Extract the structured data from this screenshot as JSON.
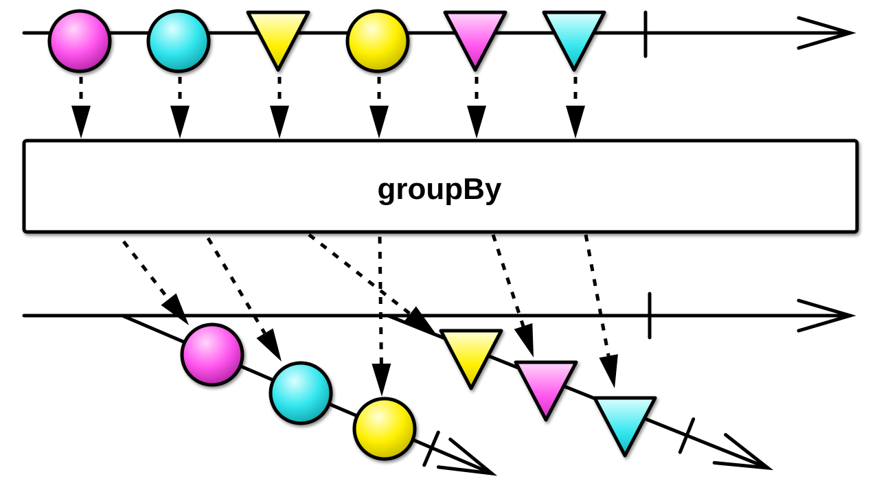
{
  "operator": {
    "label": "groupBy"
  },
  "colors": {
    "magenta": "#ff55ee",
    "cyan": "#33e6ee",
    "yellow": "#fff000",
    "line": "#000000",
    "box_fill": "#ffffff"
  },
  "source": {
    "items": [
      {
        "shape": "circle",
        "color": "magenta"
      },
      {
        "shape": "circle",
        "color": "cyan"
      },
      {
        "shape": "triangle",
        "color": "yellow"
      },
      {
        "shape": "circle",
        "color": "yellow"
      },
      {
        "shape": "triangle",
        "color": "magenta"
      },
      {
        "shape": "triangle",
        "color": "cyan"
      }
    ],
    "completed": true
  },
  "output": {
    "completed": true,
    "groups": [
      {
        "shape": "circle",
        "items": [
          {
            "shape": "circle",
            "color": "magenta"
          },
          {
            "shape": "circle",
            "color": "cyan"
          },
          {
            "shape": "circle",
            "color": "yellow"
          }
        ],
        "completed": true
      },
      {
        "shape": "triangle",
        "items": [
          {
            "shape": "triangle",
            "color": "yellow"
          },
          {
            "shape": "triangle",
            "color": "magenta"
          },
          {
            "shape": "triangle",
            "color": "cyan"
          }
        ],
        "completed": true
      }
    ]
  }
}
